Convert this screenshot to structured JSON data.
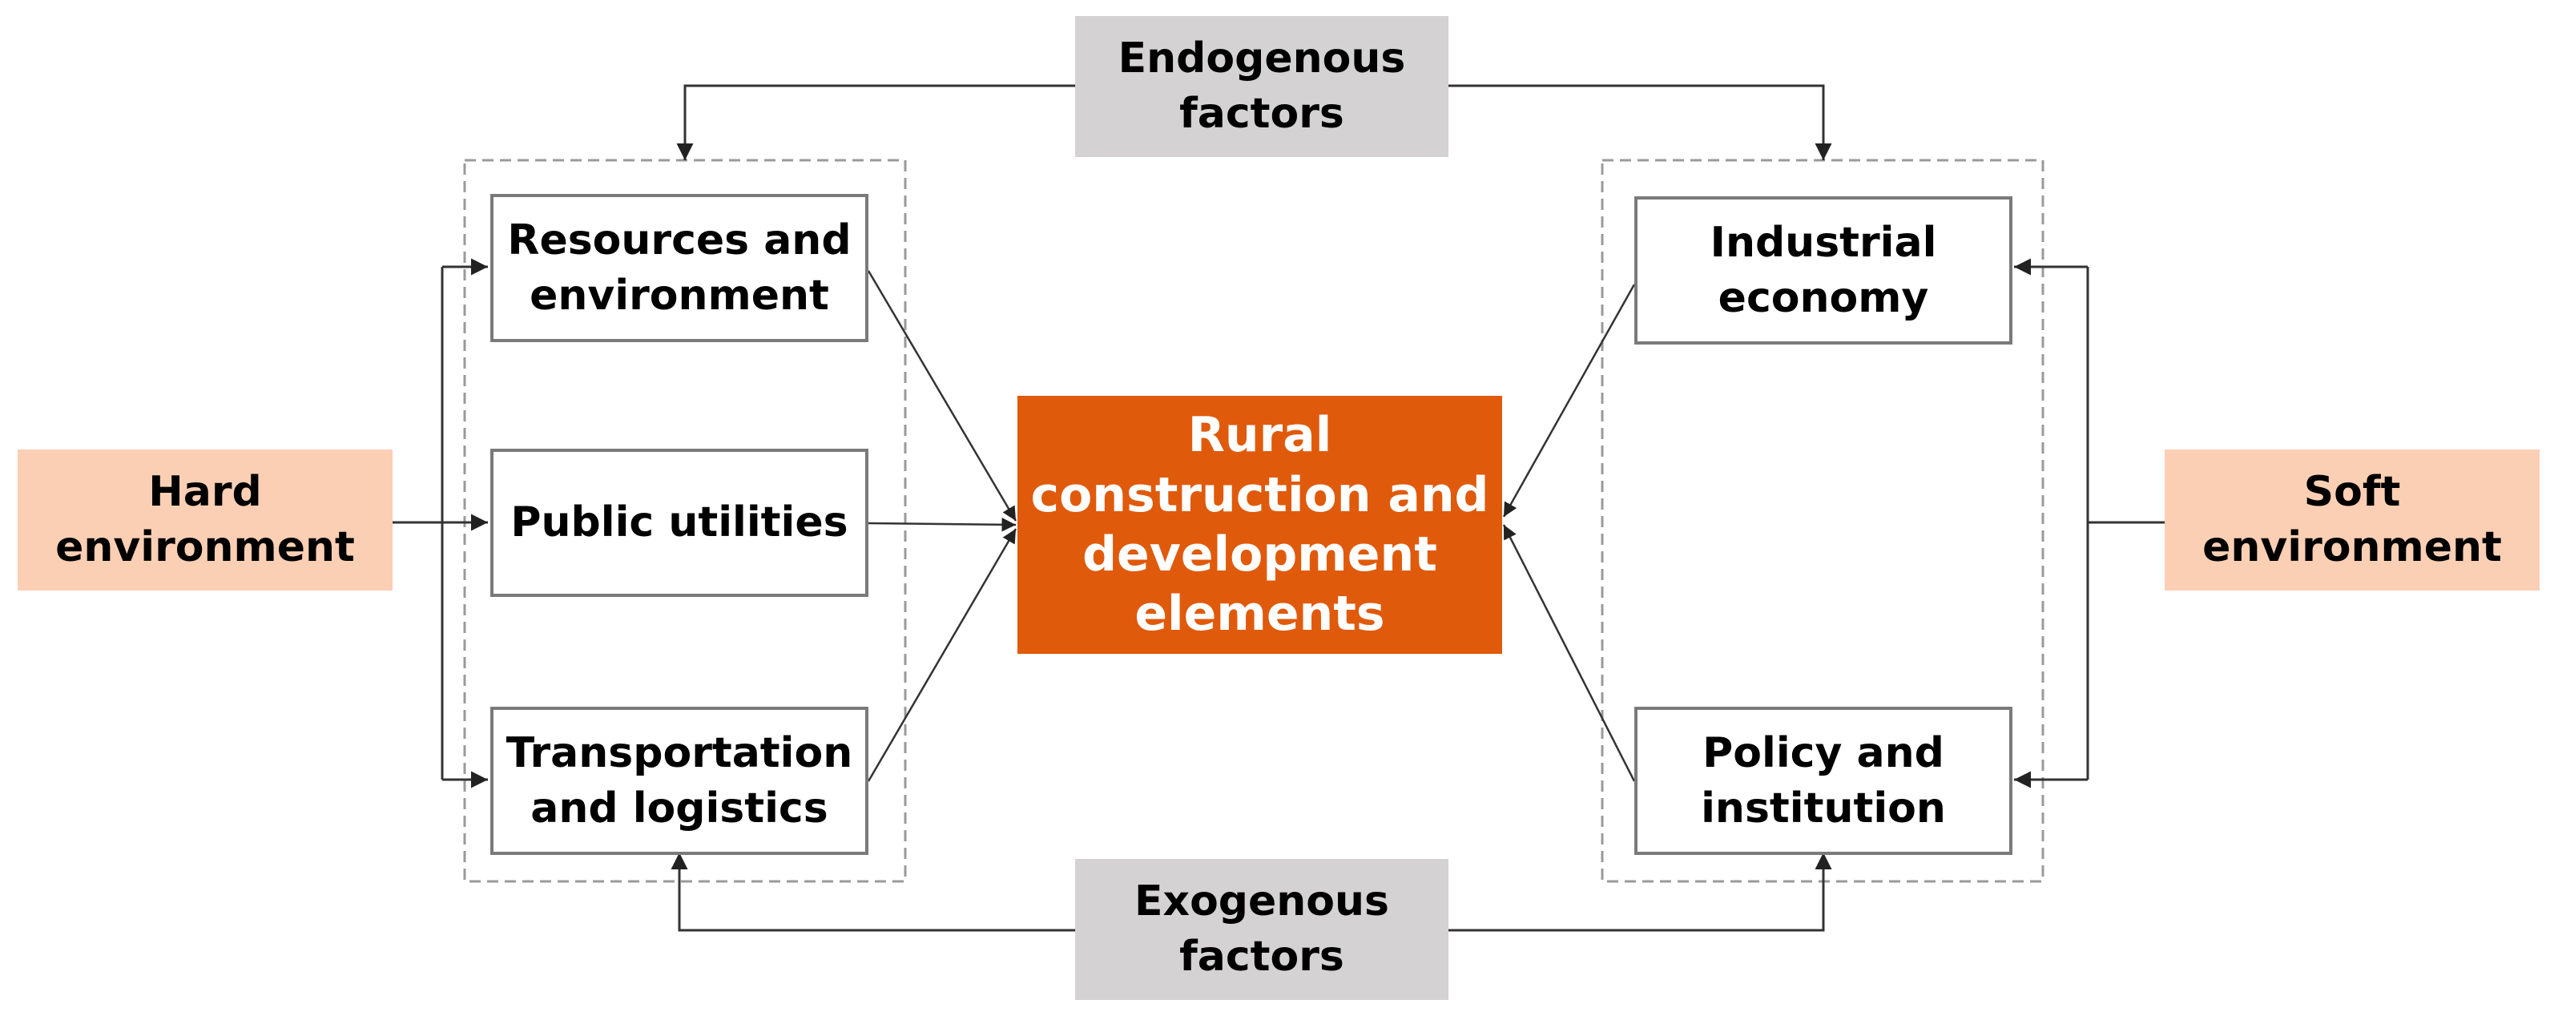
{
  "colors": {
    "center_fill": "#e05a0c",
    "factor_fill": "#d4d2d2",
    "environment_fill": "#fbcfb4",
    "box_border": "#7a7a7a",
    "connector": "#333333",
    "group_border": "#9a9a9a"
  },
  "center": {
    "label": "Rural\nconstruction and\ndevelopment\nelements"
  },
  "factors": {
    "endogenous": "Endogenous\nfactors",
    "exogenous": "Exogenous\nfactors"
  },
  "environments": {
    "hard": "Hard\nenvironment",
    "soft": "Soft\nenvironment"
  },
  "hard_elements": [
    "Resources and\nenvironment",
    "Public utilities",
    "Transportation\nand logistics"
  ],
  "soft_elements": [
    "Industrial\neconomy",
    "Policy and\ninstitution"
  ]
}
